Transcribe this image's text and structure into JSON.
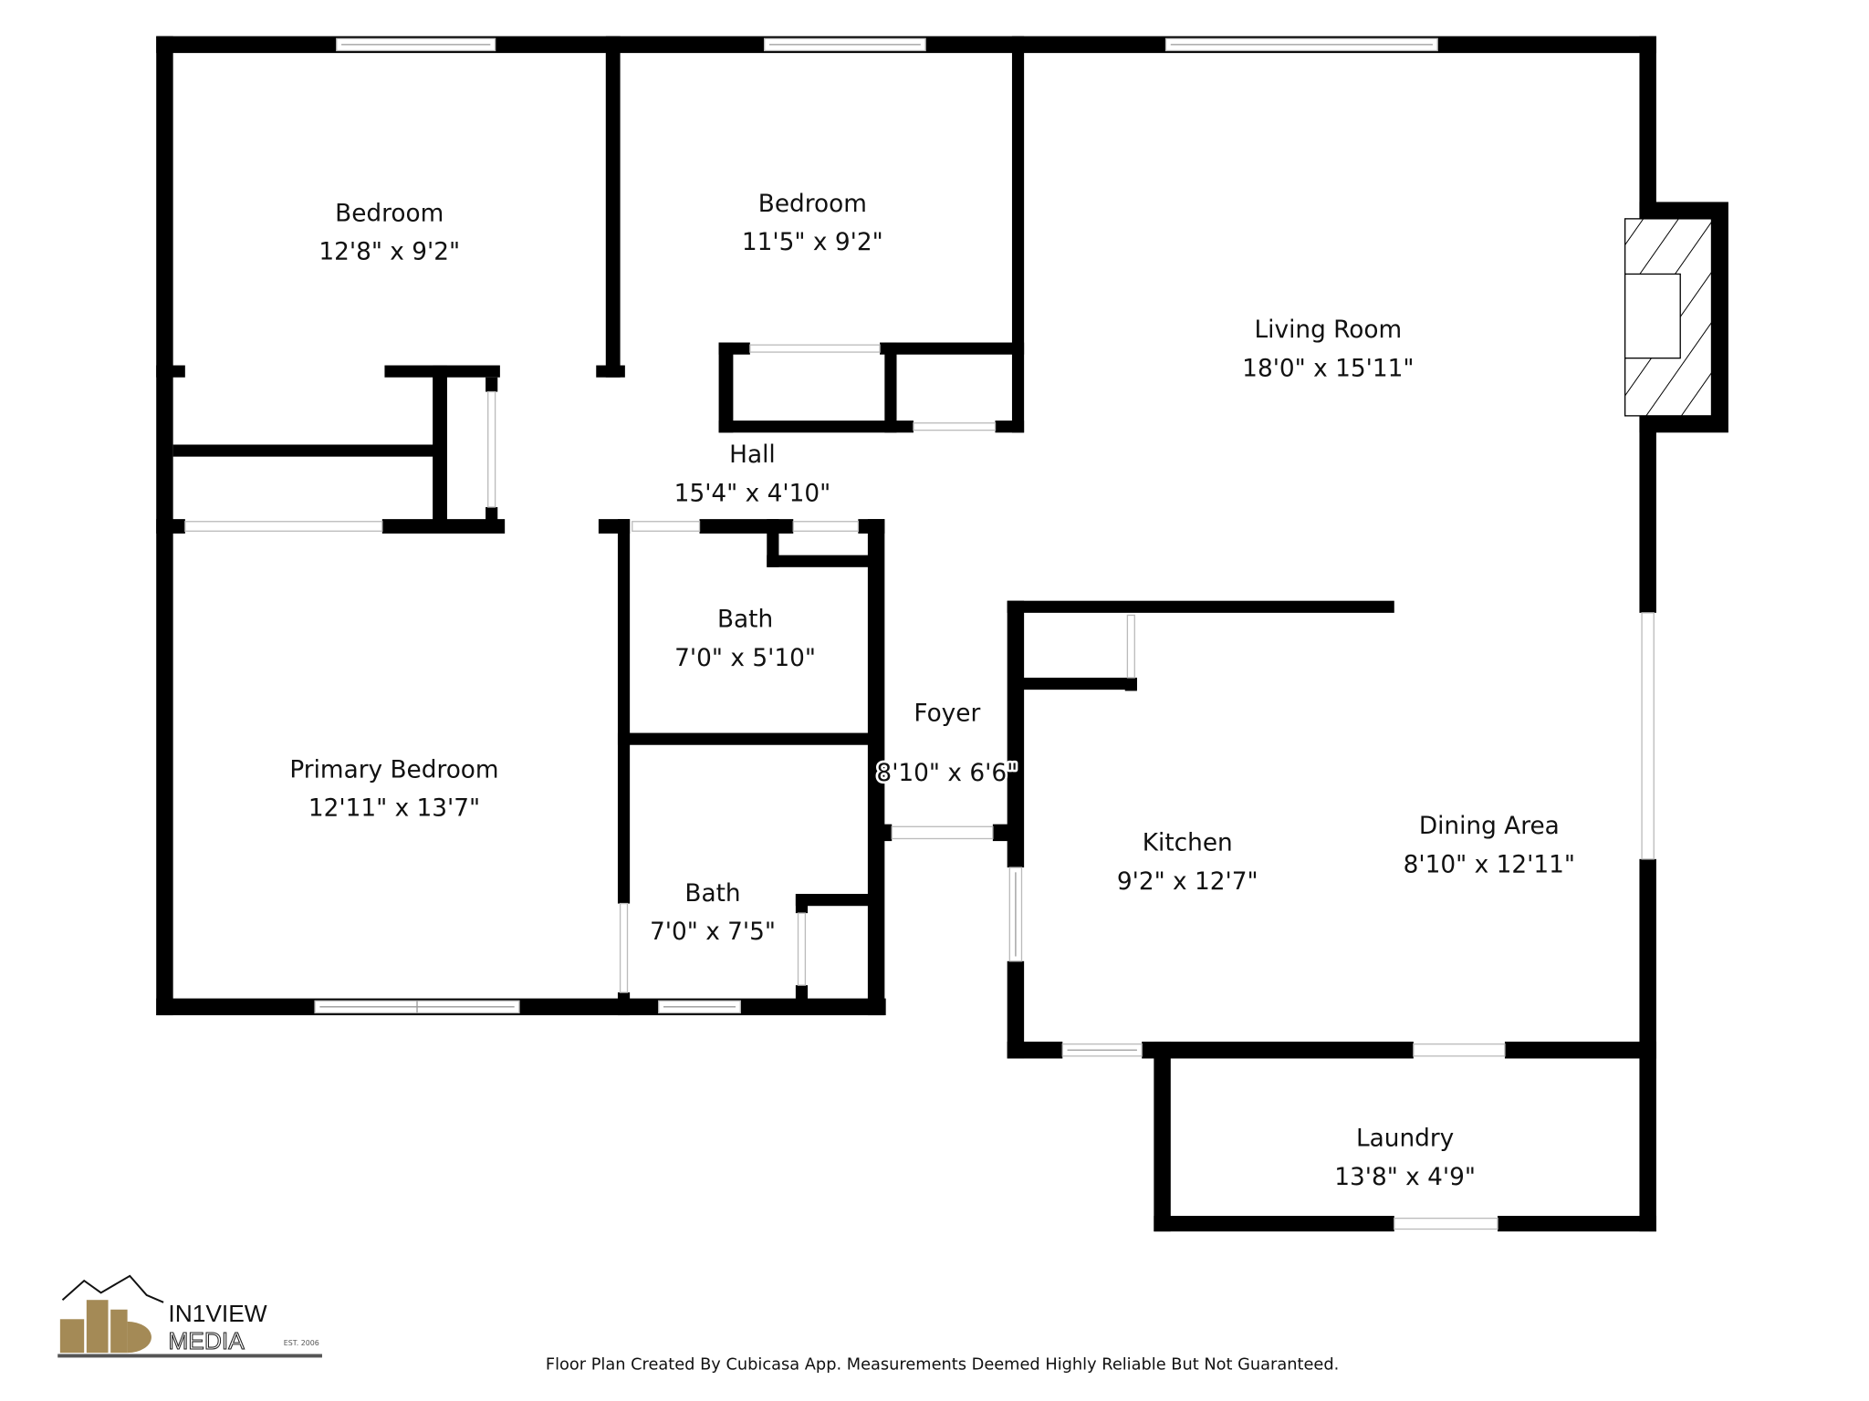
{
  "rooms": [
    {
      "name": "Bedroom",
      "size": "12'8\" x 9'2\""
    },
    {
      "name": "Bedroom",
      "size": "11'5\" x 9'2\""
    },
    {
      "name": "Living Room",
      "size": "18'0\" x 15'11\""
    },
    {
      "name": "Hall",
      "size": "15'4\" x 4'10\""
    },
    {
      "name": "Bath",
      "size": "7'0\" x 5'10\""
    },
    {
      "name": "Foyer",
      "size": "8'10\" x 6'6\""
    },
    {
      "name": "Primary Bedroom",
      "size": "12'11\" x 13'7\""
    },
    {
      "name": "Kitchen",
      "size": "9'2\" x 12'7\""
    },
    {
      "name": "Dining Area",
      "size": "8'10\" x 12'11\""
    },
    {
      "name": "Bath",
      "size": "7'0\" x 7'5\""
    },
    {
      "name": "Laundry",
      "size": "13'8\" x 4'9\""
    }
  ],
  "logo": {
    "line1": "IN1VIEW",
    "line2": "MEDIA",
    "est": "EST. 2006",
    "accent": "#a48a56"
  },
  "footer": "Floor Plan Created By Cubicasa App. Measurements Deemed Highly Reliable But Not Guaranteed."
}
